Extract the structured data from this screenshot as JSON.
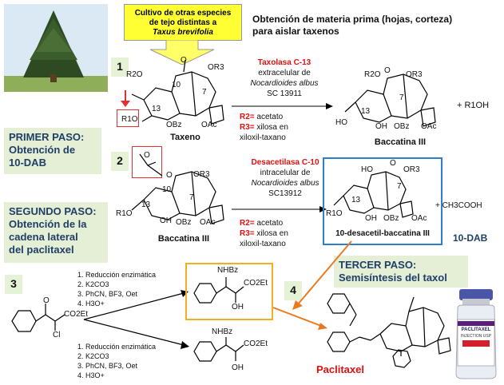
{
  "yellow_box": {
    "line1": "Cultivo de otras especies",
    "line2": "de tejo distintas a",
    "line3": "Taxus brevifolia"
  },
  "title": {
    "line1": "Obtención de materia prima (hojas, corteza)",
    "line2": "para aislar taxenos"
  },
  "steps": [
    "1",
    "2",
    "3",
    "4"
  ],
  "primer_paso": {
    "line1": "PRIMER PASO:",
    "line2": "Obtención de",
    "line3": "10-DAB"
  },
  "segundo_paso": {
    "line1": "SEGUNDO PASO:",
    "line2": "Obtención de la",
    "line3": "cadena lateral",
    "line4": "del paclitaxel"
  },
  "tercer_paso": {
    "line1": "TERCER PASO:",
    "line2": "Semisíntesis del taxol"
  },
  "enzyme1": {
    "name": "Taxolasa C-13",
    "l2": "extracelular de",
    "l3": "Nocardioides albus",
    "l4": "SC 13911"
  },
  "enzyme2": {
    "name": "Desacetilasa C-10",
    "l2": "intracelular de",
    "l3": "Nocardioides albus",
    "l4": "SC13912"
  },
  "cond1": {
    "r2_label": "R2= ",
    "r2_value": "acetato",
    "r3_label": "R3= ",
    "r3_value": "xilosa en",
    "r3_cont": "xiloxil-taxano"
  },
  "cond2": {
    "r2_label": "R2= ",
    "r2_value": "acetato",
    "r3_label": "R3= ",
    "r3_value": "xilosa en",
    "r3_cont": "xiloxil-taxano"
  },
  "labels": {
    "taxeno": "Taxeno",
    "baccatina1": "Baccatina III",
    "baccatina2": "Baccatina III",
    "desacetil": "10-desacetil-baccatina III",
    "dab": "10-DAB",
    "paclitaxel": "Paclitaxel"
  },
  "byproducts": {
    "r1oh": "+ R1OH",
    "acetic": "+ CH3COOH"
  },
  "reactions_top": [
    "1. Reducción enzimática",
    "2. K2CO3",
    "3. PhCN, BF3, Oet",
    "4. H3O+"
  ],
  "reactions_bottom": [
    "1. Reducción enzimática",
    "2. K2CO3",
    "3. PhCN, BF3, Oet",
    "4. H3O+"
  ],
  "atoms": {
    "nhbz": "NHBz",
    "co2et": "CO2Et",
    "oh": "OH",
    "cl": "Cl",
    "o": "O",
    "ho": "HO",
    "r1o": "R1O",
    "r2o": "R2O",
    "or3": "OR3",
    "obz": "OBz",
    "oac": "OAc",
    "n10": "10",
    "n7": "7",
    "n13": "13"
  },
  "vial": {
    "brand": "PACLITAXEL",
    "sub": "INJECTION USP"
  }
}
